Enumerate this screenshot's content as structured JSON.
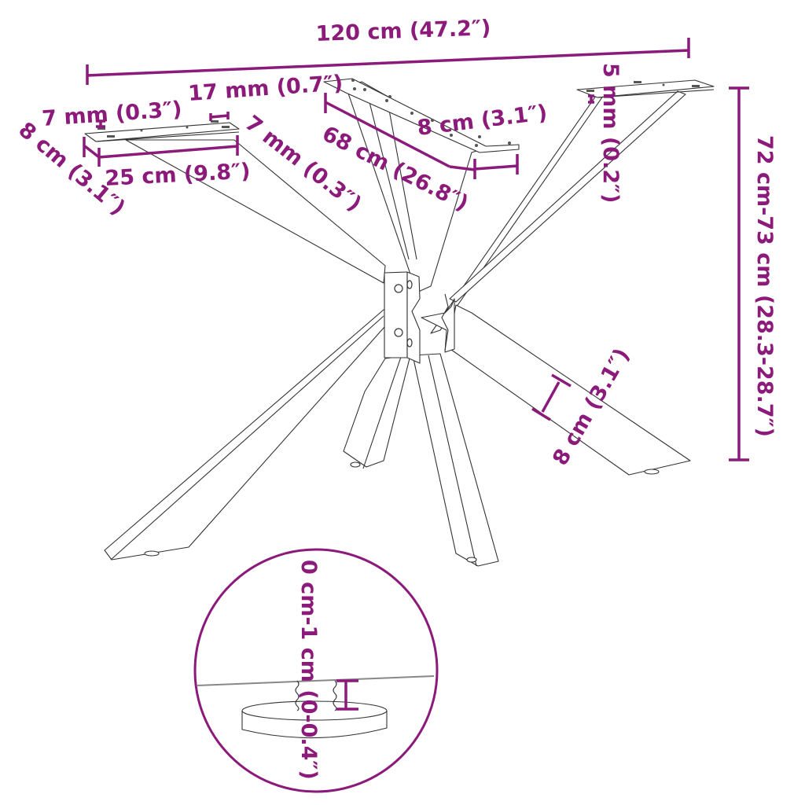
{
  "diagram": {
    "subject": "X-shaped table leg frame with dimensions",
    "accent_color": "#8b1a7a",
    "line_color": "#333333",
    "labels": {
      "overall_width": "120 cm (47.2″)",
      "plate_thickness_left": "7 mm (0.3″)",
      "plate_hole_offset": "17 mm (0.7″)",
      "plate_width_left": "8 cm (3.1″)",
      "plate_length_left": "25 cm (9.8″)",
      "plate_edge_offset": "7 mm (0.3″)",
      "plate_length_center": "68 cm (26.8″)",
      "plate_width_center": "8 cm (3.1″)",
      "plate_thickness_right": "5 mm (0.2″)",
      "height_range": "72 cm-73 cm (28.3-28.7″)",
      "leg_width": "8 cm (3.1″)",
      "foot_adjustment": "0 cm-1 cm (0-0.4″)"
    }
  }
}
